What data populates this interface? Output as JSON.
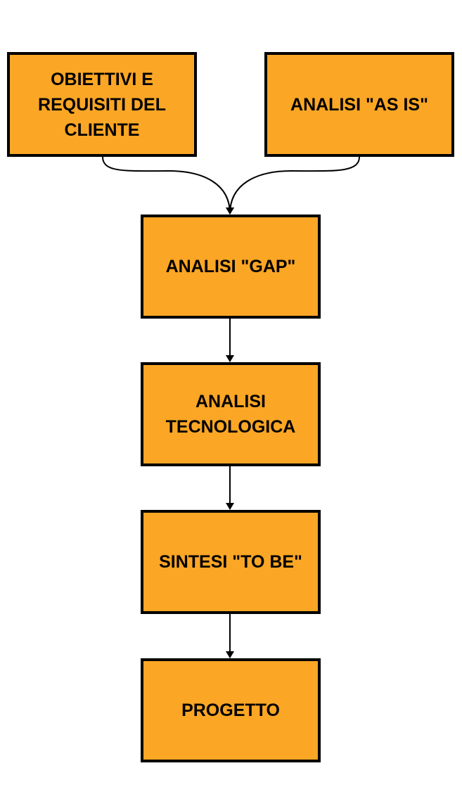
{
  "diagram": {
    "fill_color": "#FBA625",
    "border_color": "#000000",
    "connector_color": "#000000",
    "nodes": {
      "objectives": "OBIETTIVI E REQUISITI DEL CLIENTE",
      "as_is": "ANALISI \"AS IS\"",
      "gap": "ANALISI \"GAP\"",
      "tech": "ANALISI TECNOLOGICA",
      "to_be": "SINTESI \"TO BE\"",
      "project": "PROGETTO"
    }
  }
}
